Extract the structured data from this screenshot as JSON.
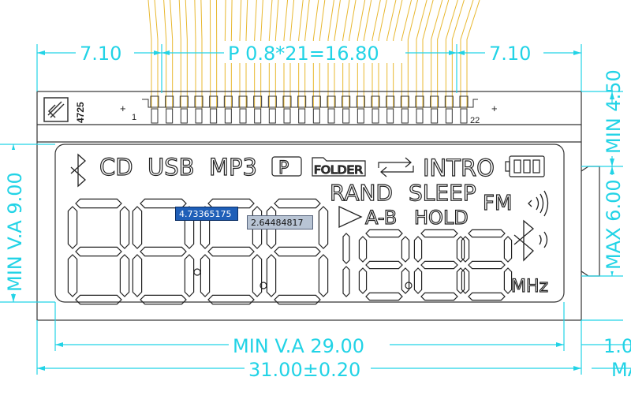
{
  "dimensions": {
    "left_margin": "7.10",
    "pitch": "P  0.8*21=16.80",
    "right_margin": "7.10",
    "va_width": "MIN  V.A  29.00",
    "total_width": "31.00±0.20",
    "va_height": "MIN  V.A  9.00",
    "top_height": "MIN  4.50",
    "max_height": "MAX  6.00",
    "right_small_1": "1.0",
    "right_small_2": "MA"
  },
  "pins": {
    "first": "1",
    "last": "22"
  },
  "part_number": "4725",
  "icons": [
    "bluetooth-icon",
    "folder-icon",
    "repeat-icon",
    "battery-icon",
    "play-icon",
    "signal-icon"
  ],
  "segment_labels": {
    "cd": "CD",
    "usb": "USB",
    "mp3": "MP3",
    "p": "P",
    "folder": "FOLDER",
    "intro": "INTRO",
    "rand": "RAND",
    "sleep": "SLEEP",
    "fm": "FM",
    "ab": "A-B",
    "hold": "HOLD",
    "mhz": "MHz"
  },
  "digits": [
    "8",
    "8",
    "8",
    "8",
    "1",
    "8",
    "8",
    "8"
  ],
  "measure_tags": [
    "4.73365175",
    "2.64484817"
  ],
  "colors": {
    "dimension": "#22d3e6",
    "pins": "#e8b830",
    "outline": "#333333"
  }
}
